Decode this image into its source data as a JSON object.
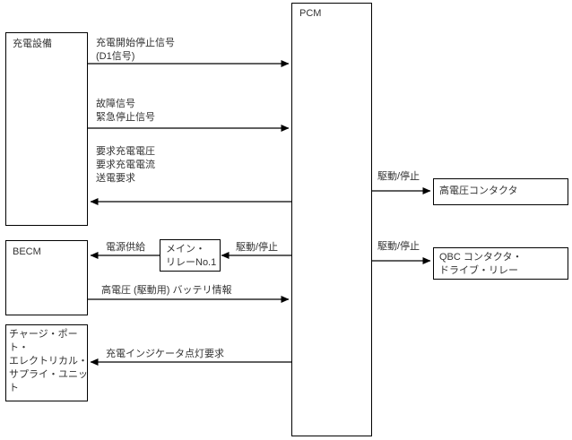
{
  "diagram": {
    "type": "block-signal-flow-diagram",
    "background_color": "#ffffff",
    "line_color": "#000000",
    "text_color": "#333333",
    "nodes": [
      {
        "id": "charging-equipment",
        "label": "充電設備"
      },
      {
        "id": "becm",
        "label": "BECM"
      },
      {
        "id": "charge-port-electrical-supply-unit",
        "label": "チャージ・ポート・\nエレクトリカル・\nサプライ・ユニット"
      },
      {
        "id": "main-relay-no1",
        "label": "メイン・\nリレーNo.1"
      },
      {
        "id": "pcm",
        "label": "PCM"
      },
      {
        "id": "high-voltage-contactor",
        "label": "高電圧コンタクタ"
      },
      {
        "id": "qbc-contactor-drive-relay",
        "label": "QBC コンタクタ・\nドライブ・リレー"
      }
    ],
    "edges": [
      {
        "id": "charge-start-stop-signal",
        "from": "charging-equipment",
        "to": "pcm",
        "direction": "right",
        "label": "充電開始停止信号\n(D1信号)"
      },
      {
        "id": "fault-and-emergency-stop-signal",
        "from": "charging-equipment",
        "to": "pcm",
        "direction": "right",
        "label": "故障信号\n緊急停止信号"
      },
      {
        "id": "charge-request-values",
        "from": "pcm",
        "to": "charging-equipment",
        "direction": "left",
        "label": "要求充電電圧\n要求充電電流\n送電要求"
      },
      {
        "id": "power-supply",
        "from": "main-relay-no1",
        "to": "becm",
        "direction": "left",
        "label": "電源供給"
      },
      {
        "id": "main-relay-drive-stop",
        "from": "pcm",
        "to": "main-relay-no1",
        "direction": "left",
        "label": "駆動/停止"
      },
      {
        "id": "hv-battery-information",
        "from": "becm",
        "to": "pcm",
        "direction": "right",
        "label": "高電圧 (駆動用) バッテリ情報"
      },
      {
        "id": "charge-indicator-lighting-request",
        "from": "pcm",
        "to": "charge-port-electrical-supply-unit",
        "direction": "left",
        "label": "充電インジケータ点灯要求"
      },
      {
        "id": "hv-contactor-drive-stop",
        "from": "pcm",
        "to": "high-voltage-contactor",
        "direction": "right",
        "label": "駆動/停止"
      },
      {
        "id": "qbc-relay-drive-stop",
        "from": "pcm",
        "to": "qbc-contactor-drive-relay",
        "direction": "right",
        "label": "駆動/停止"
      }
    ]
  }
}
